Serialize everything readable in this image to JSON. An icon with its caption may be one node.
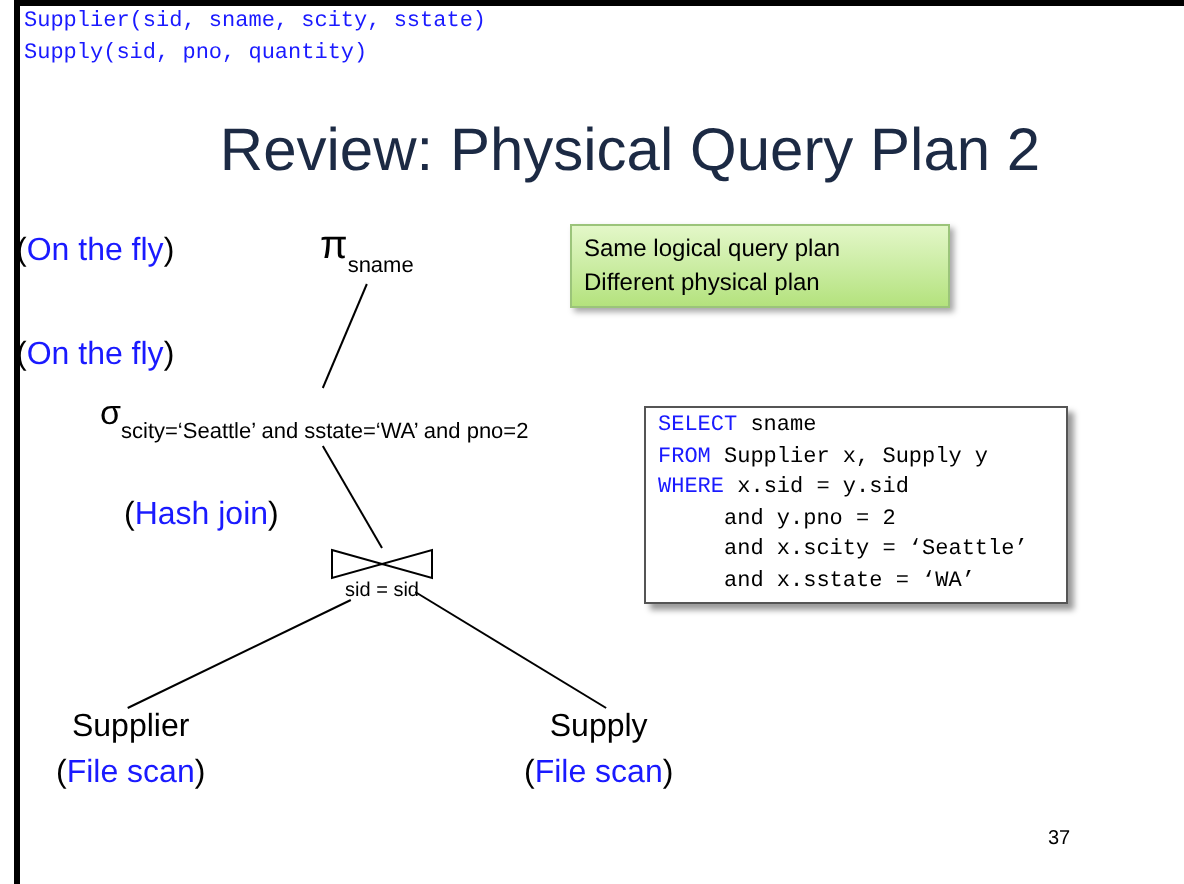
{
  "diagram": {
    "title": "Review: Physical Query Plan 2",
    "nodes": [
      {
        "text": [
          "π$_{sname}$"
        ]
      },
      {
        "text": [
          "σ$_{scity=‘Seattle’ and sstate=‘WA’ and pno=2}$"
        ]
      },
      {
        "text": [],
        "shape": "bowtie",
        "beside": [
          "sid = sid"
        ]
      },
      {
        "text": [
          "Supplier"
        ],
        "beside": [
          "(File scan)"
        ]
      },
      {
        "text": [
          "Supply"
        ],
        "beside": [
          "(File scan)"
        ]
      },
      {
        "text": [
          "Same logical query plan",
          "Different physical plan"
        ]
      },
      {
        "text": [
          "SELECT sname",
          "FROM Supplier x, Supply y",
          "WHERE x.sid = y.sid",
          "and y.pno = 2",
          "and x.scity = ‘Seattle’",
          "and x.sstate = ‘WA’"
        ]
      }
    ],
    "edges": [
      {
        "from": 0,
        "to": 1,
        "arrow": "none"
      },
      {
        "from": 1,
        "to": 2,
        "arrow": "none"
      },
      {
        "from": 2,
        "to": 3,
        "arrow": "none"
      },
      {
        "from": 2,
        "to": 4,
        "arrow": "none"
      }
    ],
    "labels": [
      "Supplier(sid, sname, scity, sstate)",
      "Supply(sid, pno, quantity)",
      "(On the fly)",
      "(On the fly)",
      "(Hash join)",
      "37"
    ]
  }
}
